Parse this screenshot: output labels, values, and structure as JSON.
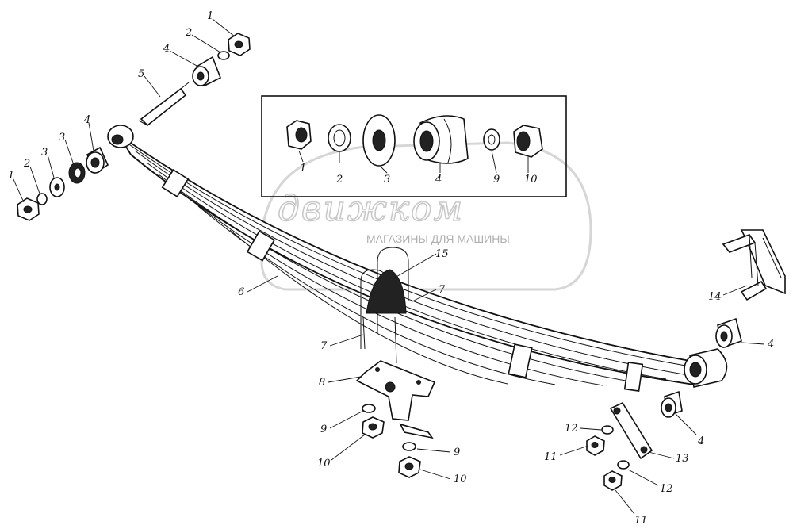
{
  "watermark": {
    "brand": "движком",
    "tagline": "МАГАЗИНЫ ДЛЯ МАШИНЫ"
  },
  "callouts": {
    "left_top": [
      "1",
      "2",
      "4",
      "5"
    ],
    "left_mid": [
      "1",
      "2",
      "3",
      "3",
      "4"
    ],
    "inset": [
      "1",
      "2",
      "3",
      "4",
      "9",
      "10"
    ],
    "spring": [
      "6",
      "7",
      "7",
      "15"
    ],
    "right": [
      "14",
      "4",
      "4"
    ],
    "bracket": [
      "8",
      "9",
      "10",
      "9",
      "10"
    ],
    "shackle": [
      "12",
      "11",
      "13",
      "12",
      "11"
    ]
  }
}
